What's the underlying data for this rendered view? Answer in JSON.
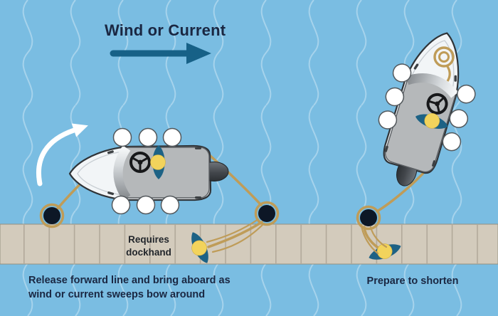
{
  "title": "Wind or Current",
  "captions": {
    "requires_line1": "Requires",
    "requires_line2": "dockhand",
    "release_line1": "Release forward line and bring aboard as",
    "release_line2": "wind or current sweeps bow around",
    "prepare": "Prepare to shorten"
  },
  "colors": {
    "water": "#7abde2",
    "wave": "#a6d3ec",
    "dock": "#d3cbbc",
    "plank": "#b2a99a",
    "dock-edge": "#96907f",
    "rope": "#bf9c58",
    "bollard": "#0d1726",
    "hull": "#f2f5f7",
    "hull-outline": "#2f3337",
    "cockpit": "#b5b8ba",
    "person-body": "#1d6285",
    "person-head": "#f2d35c",
    "arrow": "#176187",
    "text": "#1a2742"
  }
}
